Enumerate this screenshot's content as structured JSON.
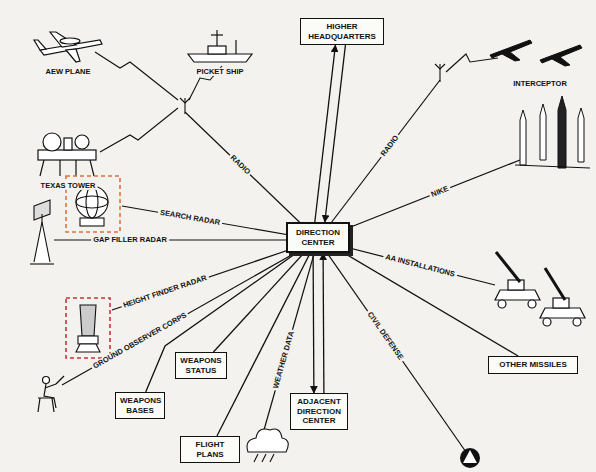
{
  "diagram": {
    "nodes": [
      {
        "text": [
          "HIGHER HEADQUARTERS"
        ]
      },
      {
        "text": [
          "DIRECTION CENTER"
        ]
      },
      {
        "text": [
          "WEAPONS STATUS"
        ]
      },
      {
        "text": [
          "OTHER MISSILES"
        ]
      },
      {
        "text": [
          "WEAPONS BASES"
        ]
      },
      {
        "text": [
          "ADJACENT DIRECTION CENTER"
        ]
      },
      {
        "text": [
          "FLIGHT PLANS"
        ]
      }
    ],
    "edges": [
      {
        "from": 1,
        "to": 0,
        "arrow": "to"
      },
      {
        "from": 0,
        "to": 1,
        "arrow": "to"
      },
      {
        "from": 2,
        "to": 1,
        "arrow": "none"
      },
      {
        "from": 4,
        "to": 1,
        "arrow": "none"
      },
      {
        "from": 6,
        "to": 1,
        "arrow": "none"
      },
      {
        "from": 1,
        "to": 5,
        "arrow": "to"
      },
      {
        "from": 5,
        "to": 1,
        "arrow": "to"
      },
      {
        "from": 1,
        "to": 3,
        "arrow": "none"
      }
    ],
    "labels": [
      "AEW PLANE",
      "PICKET SHIP",
      "TEXAS TOWER",
      "INTERCEPTOR",
      "RADIO",
      "RADIO",
      "SEARCH RADAR",
      "GAP FILLER RADAR",
      "HEIGHT FINDER RADAR",
      "GROUND OBSERVER CORPS",
      "NIKE",
      "AA INSTALLATIONS",
      "WEATHER DATA",
      "CIVIL DEFENSE"
    ]
  }
}
